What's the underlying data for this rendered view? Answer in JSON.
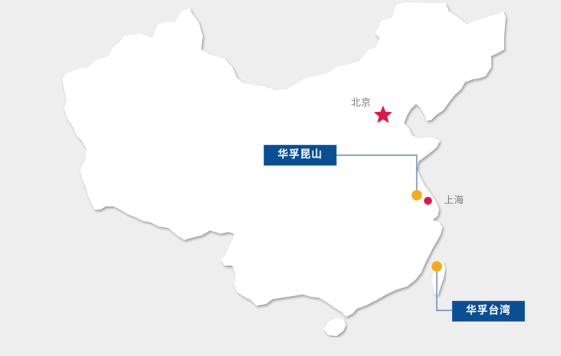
{
  "map": {
    "background_color": "#eeeeef",
    "land_color": "#ffffff",
    "region": "China"
  },
  "markers": {
    "capital": {
      "label": "北京",
      "icon": "star-icon",
      "color": "#e5134a"
    },
    "shanghai": {
      "label": "上海",
      "icon": "dot-icon",
      "color": "#e5134a"
    },
    "kunshan": {
      "icon": "dot-icon",
      "color": "#f6ab1a"
    },
    "taiwan": {
      "icon": "dot-icon",
      "color": "#f6ab1a"
    }
  },
  "callouts": {
    "kunshan": {
      "label": "华孚昆山",
      "bg_color": "#0a4f93",
      "line_color": "#4a78b0"
    },
    "taiwan": {
      "label": "华孚台湾",
      "bg_color": "#0a4f93",
      "line_color": "#4a78b0"
    }
  }
}
